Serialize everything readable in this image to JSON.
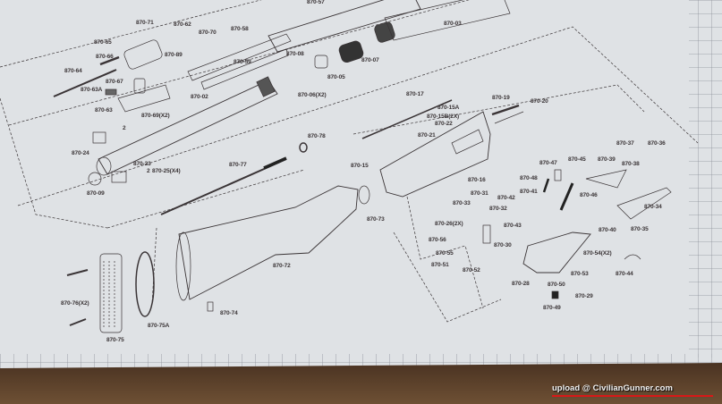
{
  "diagram": {
    "labels": [
      "870-57",
      "870-71",
      "870-62",
      "870-70",
      "870-58",
      "870-65",
      "870-66",
      "870-89",
      "870-59",
      "870-08",
      "870-05",
      "870-07",
      "870-03",
      "870-64",
      "870-63A",
      "870-67",
      "870-02",
      "870-06(X2)",
      "870-63",
      "870-69(X2)",
      "2",
      "2",
      "870-24",
      "870-23",
      "870-25(X4)",
      "870-09",
      "870-78",
      "870-77",
      "870-17",
      "870-15A",
      "870-15B(2X)",
      "870-22",
      "870-21",
      "870-19",
      "870-20",
      "870-15",
      "870-73",
      "870-72",
      "870-74",
      "870-75",
      "870-75A",
      "870-76(X2)",
      "870-16",
      "870-31",
      "870-33",
      "870-42",
      "870-41",
      "870-48",
      "870-47",
      "870-45",
      "870-39",
      "870-38",
      "870-37",
      "870-36",
      "870-46",
      "870-34",
      "870-32",
      "870-26(2X)",
      "870-43",
      "870-40",
      "870-35",
      "870-30",
      "870-56",
      "870-54(X2)",
      "870-55",
      "870-51",
      "870-52",
      "870-53",
      "870-44",
      "870-28",
      "870-50",
      "870-29",
      "870-49"
    ]
  },
  "watermark": "upload @ CivilianGunner.com",
  "colors": {
    "paper": "#dfe2e5",
    "ink": "#3a3436",
    "table": "#5a3e26",
    "grid": "#8a8f96",
    "watermark_line": "#d81818"
  }
}
